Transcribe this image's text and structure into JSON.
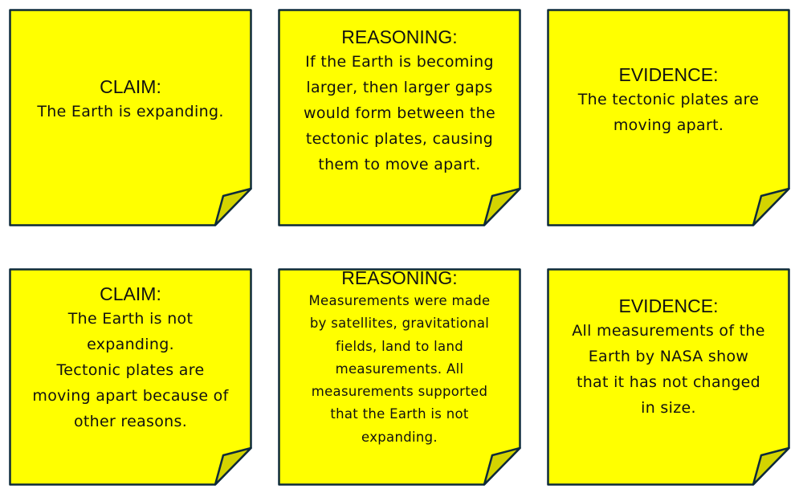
{
  "colors": {
    "note": "#ffff00",
    "fold": "#d4d400",
    "border": "#0d2a3a"
  },
  "notes": [
    {
      "title": "CLAIM:",
      "lines": [
        "The Earth is expanding."
      ]
    },
    {
      "title": "REASONING:",
      "lines": [
        "If the Earth is becoming",
        "larger, then larger gaps",
        "would form between the",
        "tectonic plates, causing",
        "them to move apart."
      ]
    },
    {
      "title": "EVIDENCE:",
      "lines": [
        "The tectonic plates are",
        "moving apart."
      ]
    },
    {
      "title": "CLAIM:",
      "lines": [
        "The Earth is not",
        "expanding.",
        "Tectonic plates are",
        "moving apart because of",
        "other reasons."
      ]
    },
    {
      "title": "REASONING:",
      "lines": [
        "Measurements were made",
        "by satellites, gravitational",
        "fields, land to land",
        "measurements. All",
        "measurements supported",
        "that the Earth is not",
        "expanding."
      ]
    },
    {
      "title": "EVIDENCE:",
      "lines": [
        "All measurements of the",
        "Earth by NASA show",
        "that it has not changed",
        "in size."
      ]
    }
  ]
}
